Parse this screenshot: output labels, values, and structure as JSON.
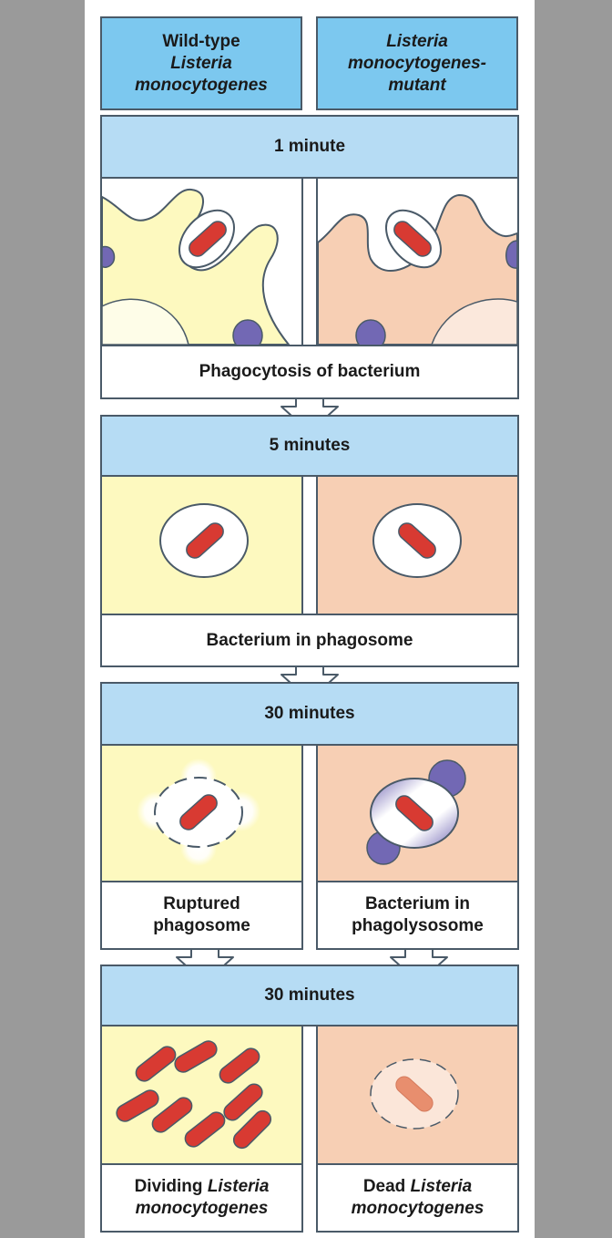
{
  "columns": {
    "left": {
      "line1": "Wild-type",
      "line2": "Listeria",
      "line3": "monocytogenes"
    },
    "right": {
      "line1": "Listeria",
      "line2": "monocytogenes-",
      "line3": "mutant"
    }
  },
  "stages": {
    "s1": {
      "time": "1 minute",
      "caption": "Phagocytosis of bacterium"
    },
    "s2": {
      "time": "5 minutes",
      "caption": "Bacterium in phagosome"
    },
    "s3": {
      "time": "30 minutes",
      "left_caption": {
        "line1": "Ruptured",
        "line2": "phagosome"
      },
      "right_caption": {
        "line1": "Bacterium in",
        "line2": "phagolysosome"
      }
    },
    "s4": {
      "time": "30 minutes",
      "left_caption": {
        "word": "Dividing",
        "italic1": "Listeria",
        "italic2": "monocytogenes"
      },
      "right_caption": {
        "word": "Dead",
        "italic1": "Listeria",
        "italic2": "monocytogenes"
      }
    }
  },
  "colors": {
    "header_dark": "#7cc8ef",
    "header_light": "#b6dcf4",
    "wildtype_cell": "#fdf9bf",
    "mutant_cell": "#f7cfb4",
    "bacterium": "#d83a32",
    "nucleus": "#7268b4",
    "border": "#4a5a68"
  }
}
